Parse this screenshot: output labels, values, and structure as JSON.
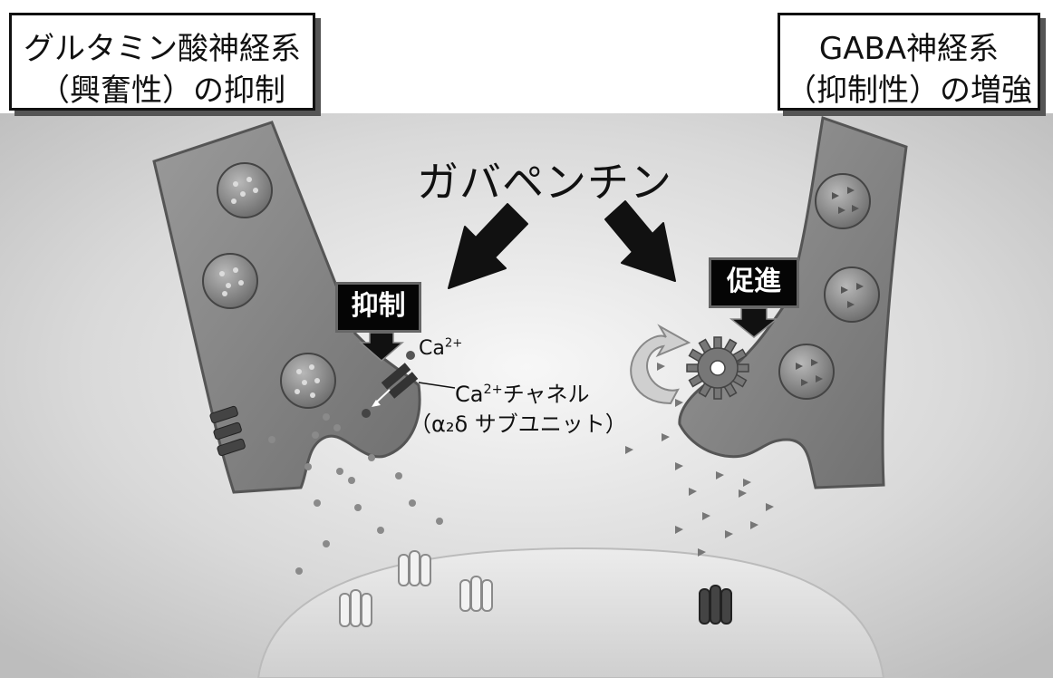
{
  "left_box": {
    "line1": "グルタミン酸神経系",
    "line2": "（興奮性）の抑制"
  },
  "right_box": {
    "line1": "GABA神経系",
    "line2": "（抑制性）の増強"
  },
  "drug_name": "ガバペンチン",
  "inhibit_label": "抑制",
  "promote_label": "促進",
  "ca_label": {
    "base": "Ca",
    "sup": "2+"
  },
  "channel_label": {
    "base": "Ca",
    "sup": "2+",
    "rest": "チャネル"
  },
  "subunit_label": "（α₂δ サブユニット）"
}
